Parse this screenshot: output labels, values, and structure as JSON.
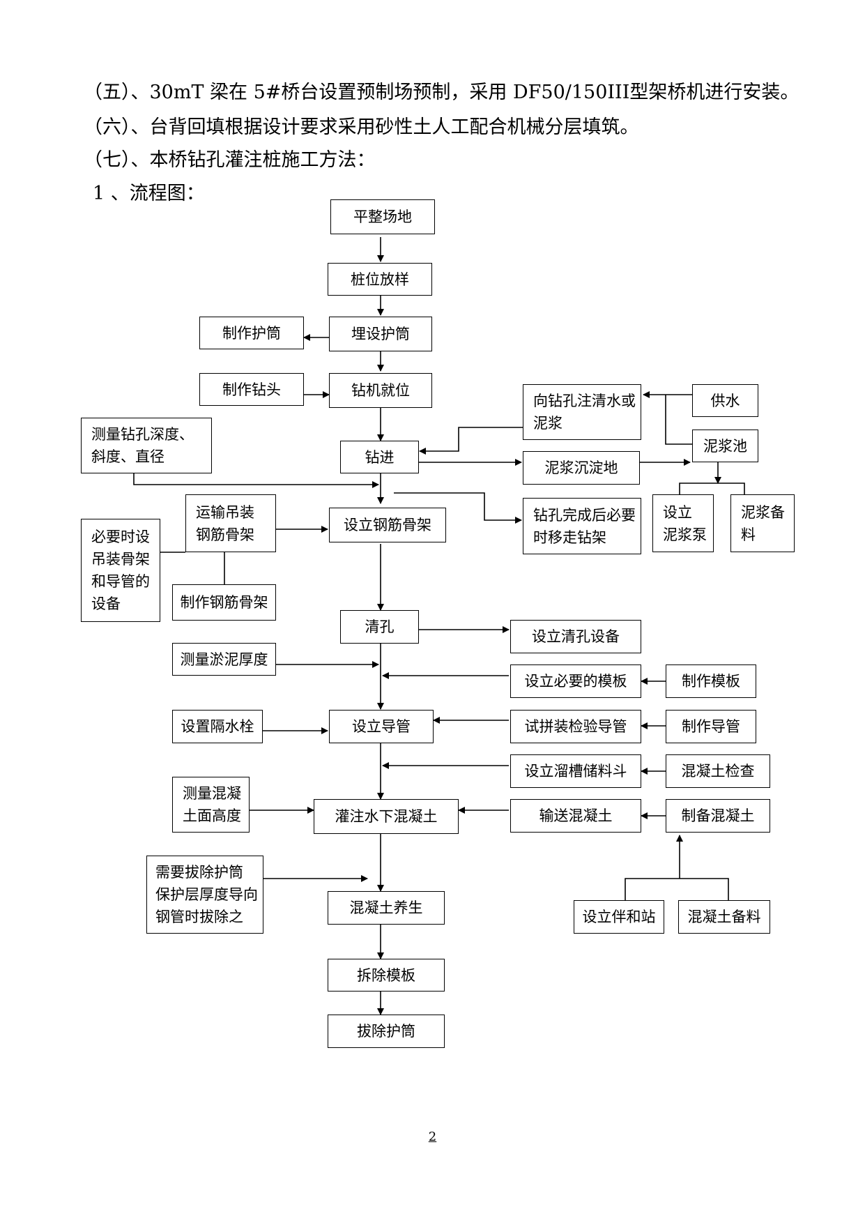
{
  "paragraphs": [
    "（五）、30mT 梁在 5#桥台设置预制场预制，采用 DF50/150III型架桥机进行安装。",
    "（六）、台背回填根据设计要求采用砂性土人工配合机械分层填筑。",
    "（七）、本桥钻孔灌注桩施工方法："
  ],
  "flowchart": {
    "caption": "1 、流程图：",
    "nodes": {
      "n_pingzheng": "平整场地",
      "n_zhuangwei": "桩位放样",
      "n_maishe": "埋设护筒",
      "n_zhizuo_hutong": "制作护筒",
      "n_zhizuo_zuantou": "制作钻头",
      "n_zuanji": "钻机就位",
      "n_xiangzuankong": "向钻孔注清水或\n泥浆",
      "n_gongshui": "供水",
      "n_nijiangchi": "泥浆池",
      "n_celiang_shendu": "测量钻孔深度、\n斜度、直径",
      "n_zuanjin": "钻进",
      "n_chendian": "泥浆沉淀地",
      "n_sheli_bengfang": "设立\n泥浆泵",
      "n_nijiang_beiliao": "泥浆备\n料",
      "n_yunshu": "运输吊装\n钢筋骨架",
      "n_biyao_diaozhuang": "必要时设\n吊装骨架\n和导管的\n设备",
      "n_sheli_gangjin": "设立钢筋骨架",
      "n_yizou": "钻孔完成后必要\n时移走钻架",
      "n_zhizuo_gangjin": "制作钢筋骨架",
      "n_qingkong": "清孔",
      "n_qingkong_shebei": "设立清孔设备",
      "n_yuni": "测量淤泥厚度",
      "n_moban": "设立必要的模板",
      "n_zhizuo_moban": "制作模板",
      "n_geshuishuan": "设置隔水栓",
      "n_daoguan": "设立导管",
      "n_shipin": "试拼装检验导管",
      "n_zhizuo_daoguan": "制作导管",
      "n_liucao": "设立溜槽储料斗",
      "n_jiancha": "混凝土检查",
      "n_celiang_mian": "测量混凝\n土面高度",
      "n_guanzhu": "灌注水下混凝土",
      "n_shusong": "输送混凝土",
      "n_zhibei": "制备混凝土",
      "n_chuchu": "需要拔除护筒\n保护层厚度导向\n钢管时拔除之",
      "n_yangsheng": "混凝土养生",
      "n_banhezhan": "设立伴和站",
      "n_beiliao": "混凝土备料",
      "n_chaimoban": "拆除模板",
      "n_bahutong": "拔除护筒"
    }
  },
  "page_number": "2"
}
